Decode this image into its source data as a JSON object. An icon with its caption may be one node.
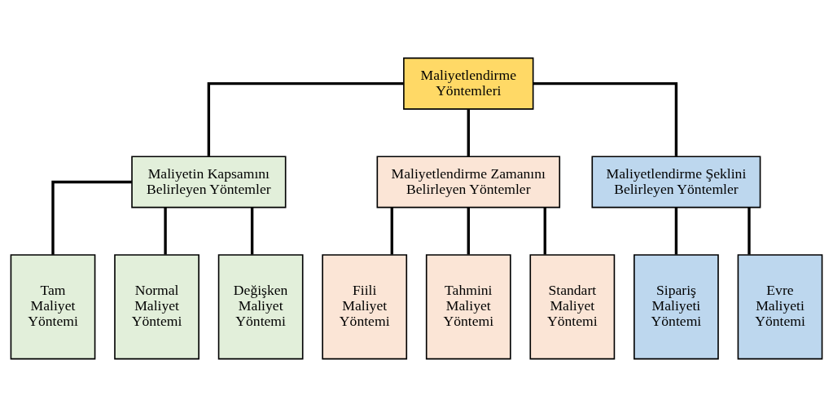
{
  "diagram": {
    "nodes": [
      {
        "text": [
          "Maliyetlendirme Yöntemleri"
        ]
      },
      {
        "text": [
          "Maliyetin Kapsamını Belirleyen Yöntemler"
        ]
      },
      {
        "text": [
          "Maliyetlendirme Zamanını Belirleyen Yöntemler"
        ]
      },
      {
        "text": [
          "Maliyetlendirme Şeklini Belirleyen Yöntemler"
        ]
      },
      {
        "text": [
          "Tam Maliyet Yöntemi"
        ]
      },
      {
        "text": [
          "Normal Maliyet Yöntemi"
        ]
      },
      {
        "text": [
          "Değişken Maliyet Yöntemi"
        ]
      },
      {
        "text": [
          "Fiili Maliyet Yöntemi"
        ]
      },
      {
        "text": [
          "Tahmini Maliyet Yöntemi"
        ]
      },
      {
        "text": [
          "Standart Maliyet Yöntemi"
        ]
      },
      {
        "text": [
          "Sipariş Maliyeti Yöntemi"
        ]
      },
      {
        "text": [
          "Evre Maliyeti Yöntemi"
        ]
      }
    ],
    "edges": [
      {
        "from": 0,
        "to": 1,
        "arrow": "none"
      },
      {
        "from": 0,
        "to": 2,
        "arrow": "none"
      },
      {
        "from": 0,
        "to": 3,
        "arrow": "none"
      },
      {
        "from": 1,
        "to": 4,
        "arrow": "none"
      },
      {
        "from": 1,
        "to": 5,
        "arrow": "none"
      },
      {
        "from": 1,
        "to": 6,
        "arrow": "none"
      },
      {
        "from": 2,
        "to": 7,
        "arrow": "none"
      },
      {
        "from": 2,
        "to": 8,
        "arrow": "none"
      },
      {
        "from": 2,
        "to": 9,
        "arrow": "none"
      },
      {
        "from": 3,
        "to": 10,
        "arrow": "none"
      },
      {
        "from": 3,
        "to": 11,
        "arrow": "none"
      }
    ]
  }
}
